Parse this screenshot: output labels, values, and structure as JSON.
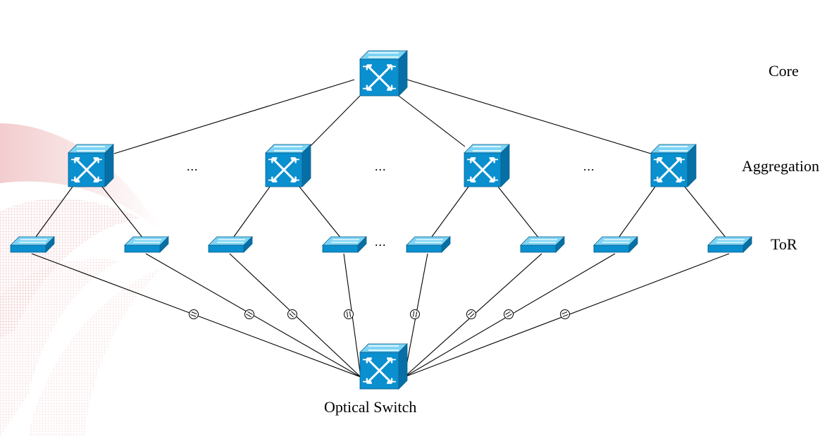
{
  "layers": {
    "core": "Core",
    "aggregation": "Aggregation",
    "tor": "ToR"
  },
  "optical_label": "Optical Switch",
  "ellipsis": "...",
  "colors": {
    "switch_top": "#7dd4f4",
    "switch_front": "#0a8fcf",
    "switch_side": "#0670a6",
    "line": "#000000",
    "watermark": "#e8a3a6"
  },
  "icons": {
    "core": "layer3-switch-icon",
    "aggregation": "layer3-switch-icon",
    "tor": "workgroup-switch-icon",
    "optical": "optical-switch-icon",
    "link_marker": "transceiver-icon"
  }
}
